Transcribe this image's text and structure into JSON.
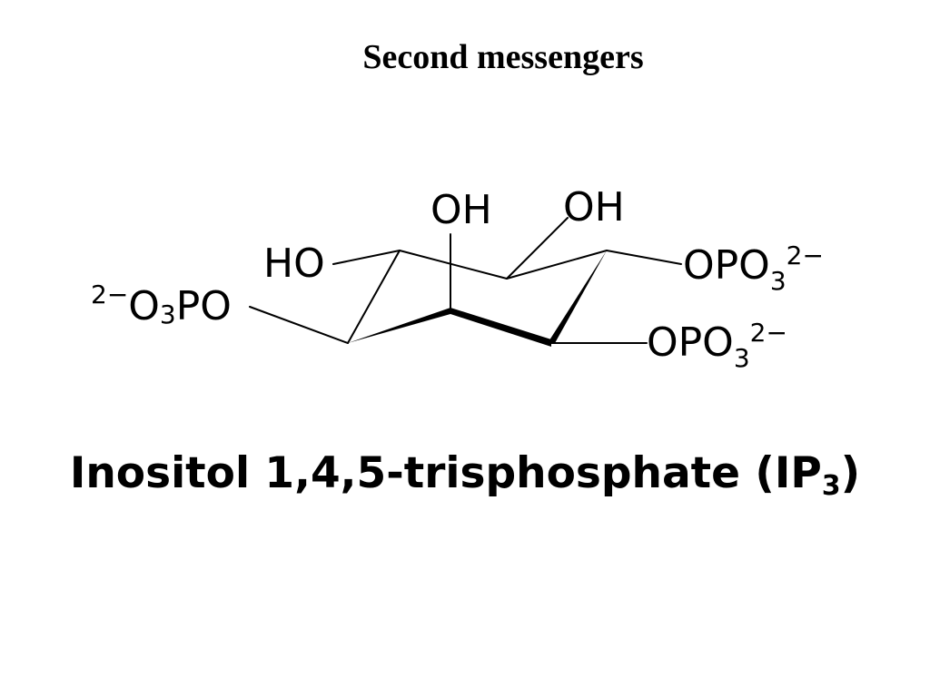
{
  "slide": {
    "title": "Second messengers"
  },
  "molecule": {
    "labels": {
      "oh_top_left": "OH",
      "oh_top_right": "OH",
      "ho_left": "HO",
      "phosphate_left": {
        "charge": "2−",
        "o": "O",
        "sub": "3",
        "po": "PO"
      },
      "phosphate_right_upper": {
        "opo": "OPO",
        "sub": "3",
        "charge": "2−"
      },
      "phosphate_right_lower": {
        "opo": "OPO",
        "sub": "3",
        "charge": "2−"
      }
    },
    "name": {
      "main": "Inositol 1,4,5-trisphosphate (IP",
      "sub": "3",
      "close": ")"
    }
  }
}
